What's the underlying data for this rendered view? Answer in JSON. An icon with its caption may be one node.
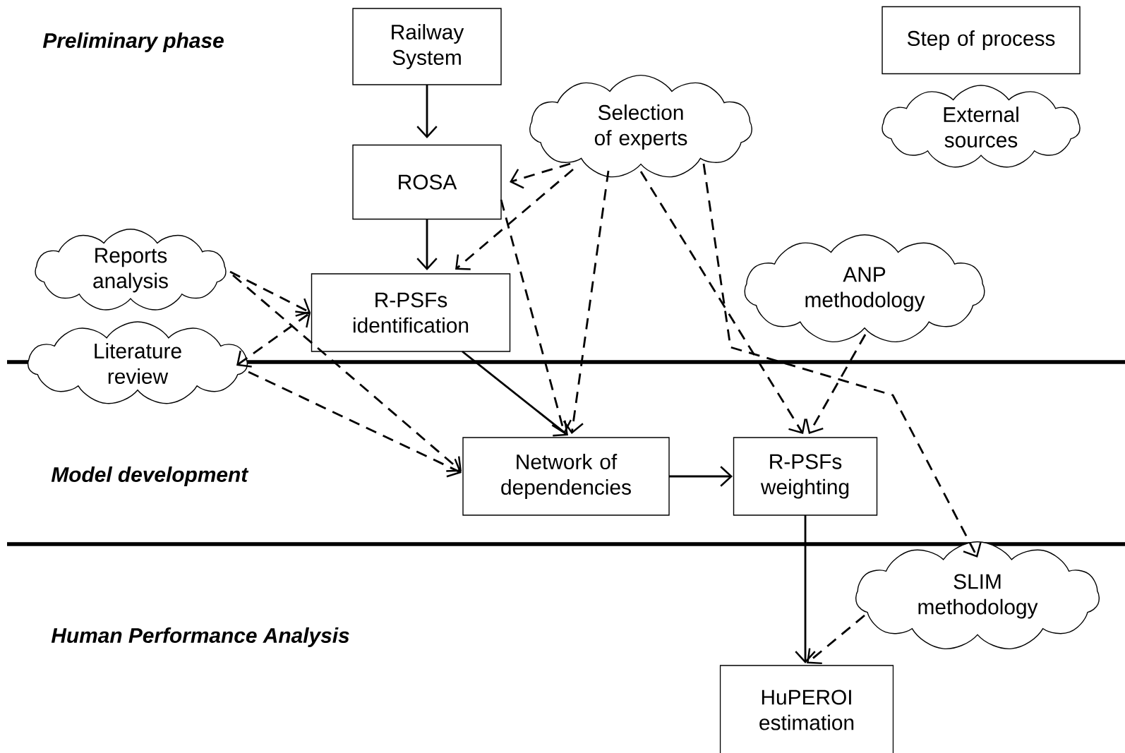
{
  "diagram": {
    "nodes": [
      {
        "text": [
          "Railway System"
        ]
      },
      {
        "text": [
          "ROSA"
        ]
      },
      {
        "text": [
          "Selection of experts"
        ]
      },
      {
        "text": [
          "Reports analysis"
        ]
      },
      {
        "text": [
          "R-PSFs identification"
        ]
      },
      {
        "text": [
          "ANP methodology"
        ]
      },
      {
        "text": [
          "Literature review"
        ]
      },
      {
        "text": [
          "Network of dependencies"
        ]
      },
      {
        "text": [
          "R-PSFs weighting"
        ]
      },
      {
        "text": [
          "SLIM methodology"
        ]
      },
      {
        "text": [
          "HuPEROI estimation"
        ]
      }
    ],
    "edges": [
      {
        "from": 0,
        "to": 1,
        "arrow": "to"
      },
      {
        "from": 1,
        "to": 4,
        "arrow": "to"
      },
      {
        "from": 2,
        "to": 1,
        "arrow": "to",
        "style": "dashed"
      },
      {
        "from": 2,
        "to": 4,
        "arrow": "to",
        "style": "dashed"
      },
      {
        "from": 2,
        "to": 7,
        "arrow": "to",
        "style": "dashed"
      },
      {
        "from": 1,
        "to": 7,
        "arrow": "to",
        "style": "dashed"
      },
      {
        "from": 2,
        "to": 8,
        "arrow": "to",
        "style": "dashed"
      },
      {
        "from": 2,
        "to": 9,
        "arrow": "to",
        "style": "dashed"
      },
      {
        "from": 5,
        "to": 8,
        "arrow": "to",
        "style": "dashed"
      },
      {
        "from": 3,
        "to": 4,
        "arrow": "to",
        "style": "dashed"
      },
      {
        "from": 3,
        "to": 7,
        "arrow": "to",
        "style": "dashed"
      },
      {
        "from": 6,
        "to": 4,
        "arrow": "both",
        "style": "dashed"
      },
      {
        "from": 6,
        "to": 7,
        "arrow": "to",
        "style": "dashed"
      },
      {
        "from": 4,
        "to": 7,
        "arrow": "to"
      },
      {
        "from": 7,
        "to": 8,
        "arrow": "to"
      },
      {
        "from": 8,
        "to": 10,
        "arrow": "to"
      },
      {
        "from": 9,
        "to": 10,
        "arrow": "to",
        "style": "dashed"
      }
    ],
    "labels": [
      "Preliminary phase",
      "Model development",
      "Human Performance Analysis"
    ],
    "legend": [
      {
        "text": "Step of process"
      },
      {
        "text": "External sources"
      }
    ]
  }
}
